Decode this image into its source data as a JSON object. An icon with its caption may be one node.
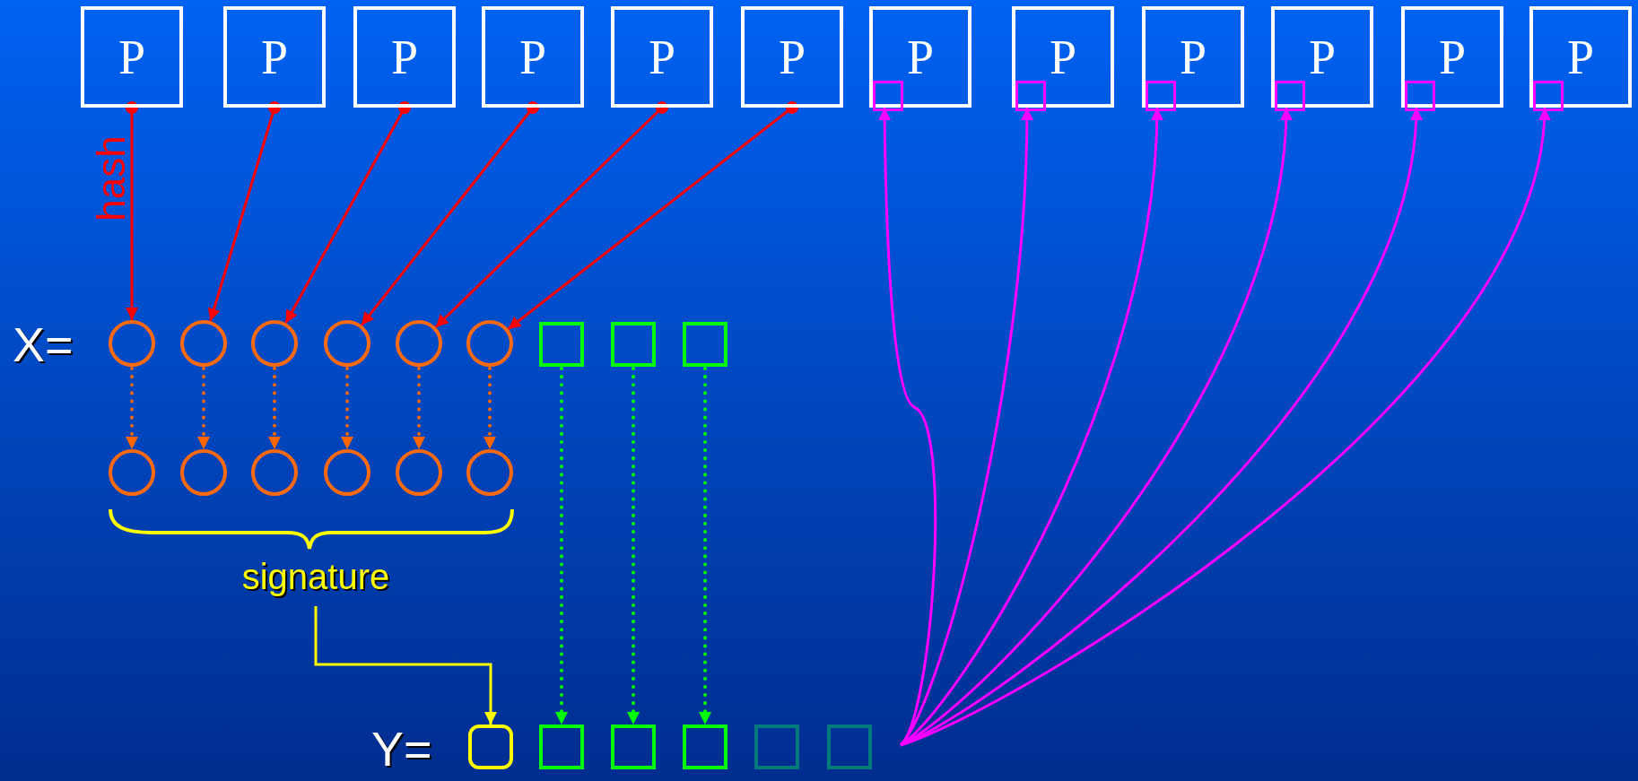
{
  "diagram": {
    "nodes": [
      {
        "text": [
          "P"
        ]
      },
      {
        "text": [
          "P"
        ]
      },
      {
        "text": [
          "P"
        ]
      },
      {
        "text": [
          "P"
        ]
      },
      {
        "text": [
          "P"
        ]
      },
      {
        "text": [
          "P"
        ]
      },
      {
        "text": [
          "P"
        ]
      },
      {
        "text": [
          "P"
        ]
      },
      {
        "text": [
          "P"
        ]
      },
      {
        "text": [
          "P"
        ]
      },
      {
        "text": [
          "P"
        ]
      },
      {
        "text": [
          "P"
        ]
      },
      {
        "text": [],
        "shape": "box",
        "in": 6
      },
      {
        "text": [],
        "shape": "box",
        "in": 7
      },
      {
        "text": [],
        "shape": "box",
        "in": 8
      },
      {
        "text": [],
        "shape": "box",
        "in": 9
      },
      {
        "text": [],
        "shape": "box",
        "in": 10
      },
      {
        "text": [],
        "shape": "box",
        "in": 11
      },
      {
        "text": [],
        "shape": "circle"
      },
      {
        "text": [],
        "shape": "circle"
      },
      {
        "text": [],
        "shape": "circle"
      },
      {
        "text": [],
        "shape": "circle"
      },
      {
        "text": [],
        "shape": "circle"
      },
      {
        "text": [],
        "shape": "circle"
      },
      {
        "text": [],
        "shape": "box"
      },
      {
        "text": [],
        "shape": "box"
      },
      {
        "text": [],
        "shape": "box"
      },
      {
        "text": [],
        "shape": "circle"
      },
      {
        "text": [],
        "shape": "circle"
      },
      {
        "text": [],
        "shape": "circle"
      },
      {
        "text": [],
        "shape": "circle"
      },
      {
        "text": [],
        "shape": "circle"
      },
      {
        "text": [],
        "shape": "circle"
      },
      {
        "text": [
          "signature"
        ]
      },
      {
        "text": [],
        "shape": "box"
      },
      {
        "text": [],
        "shape": "box"
      },
      {
        "text": [],
        "shape": "box"
      },
      {
        "text": [],
        "shape": "box"
      },
      {
        "text": [],
        "shape": "box"
      },
      {
        "text": [],
        "shape": "box"
      }
    ],
    "edges": [
      {
        "from": 0,
        "to": 18,
        "arrow": "to",
        "label": "hash",
        "color": "#ff0000"
      },
      {
        "from": 1,
        "to": 19,
        "arrow": "to",
        "color": "#ff0000"
      },
      {
        "from": 2,
        "to": 20,
        "arrow": "to",
        "color": "#ff0000"
      },
      {
        "from": 3,
        "to": 21,
        "arrow": "to",
        "color": "#ff0000"
      },
      {
        "from": 4,
        "to": 22,
        "arrow": "to",
        "color": "#ff0000"
      },
      {
        "from": 5,
        "to": 23,
        "arrow": "to",
        "color": "#ff0000"
      },
      {
        "from": 18,
        "to": 27,
        "arrow": "to",
        "style": "dashed",
        "color": "#ff6600"
      },
      {
        "from": 19,
        "to": 28,
        "arrow": "to",
        "style": "dashed",
        "color": "#ff6600"
      },
      {
        "from": 20,
        "to": 29,
        "arrow": "to",
        "style": "dashed",
        "color": "#ff6600"
      },
      {
        "from": 21,
        "to": 30,
        "arrow": "to",
        "style": "dashed",
        "color": "#ff6600"
      },
      {
        "from": 22,
        "to": 31,
        "arrow": "to",
        "style": "dashed",
        "color": "#ff6600"
      },
      {
        "from": 23,
        "to": 32,
        "arrow": "to",
        "style": "dashed",
        "color": "#ff6600"
      },
      {
        "from": 24,
        "to": 35,
        "arrow": "to",
        "style": "dashed",
        "color": "#00ff00"
      },
      {
        "from": 25,
        "to": 36,
        "arrow": "to",
        "style": "dashed",
        "color": "#00ff00"
      },
      {
        "from": 26,
        "to": 37,
        "arrow": "to",
        "style": "dashed",
        "color": "#00ff00"
      },
      {
        "from": 33,
        "to": 34,
        "arrow": "to",
        "color": "#ffff00"
      },
      {
        "from": null,
        "to": 12,
        "arrow": "to",
        "color": "#ff00ff"
      },
      {
        "from": null,
        "to": 13,
        "arrow": "to",
        "color": "#ff00ff"
      },
      {
        "from": null,
        "to": 14,
        "arrow": "to",
        "color": "#ff00ff"
      },
      {
        "from": null,
        "to": 15,
        "arrow": "to",
        "color": "#ff00ff"
      },
      {
        "from": null,
        "to": 16,
        "arrow": "to",
        "color": "#ff00ff"
      },
      {
        "from": null,
        "to": 17,
        "arrow": "to",
        "color": "#ff00ff"
      }
    ],
    "labels": [
      "X=",
      "Y="
    ]
  }
}
